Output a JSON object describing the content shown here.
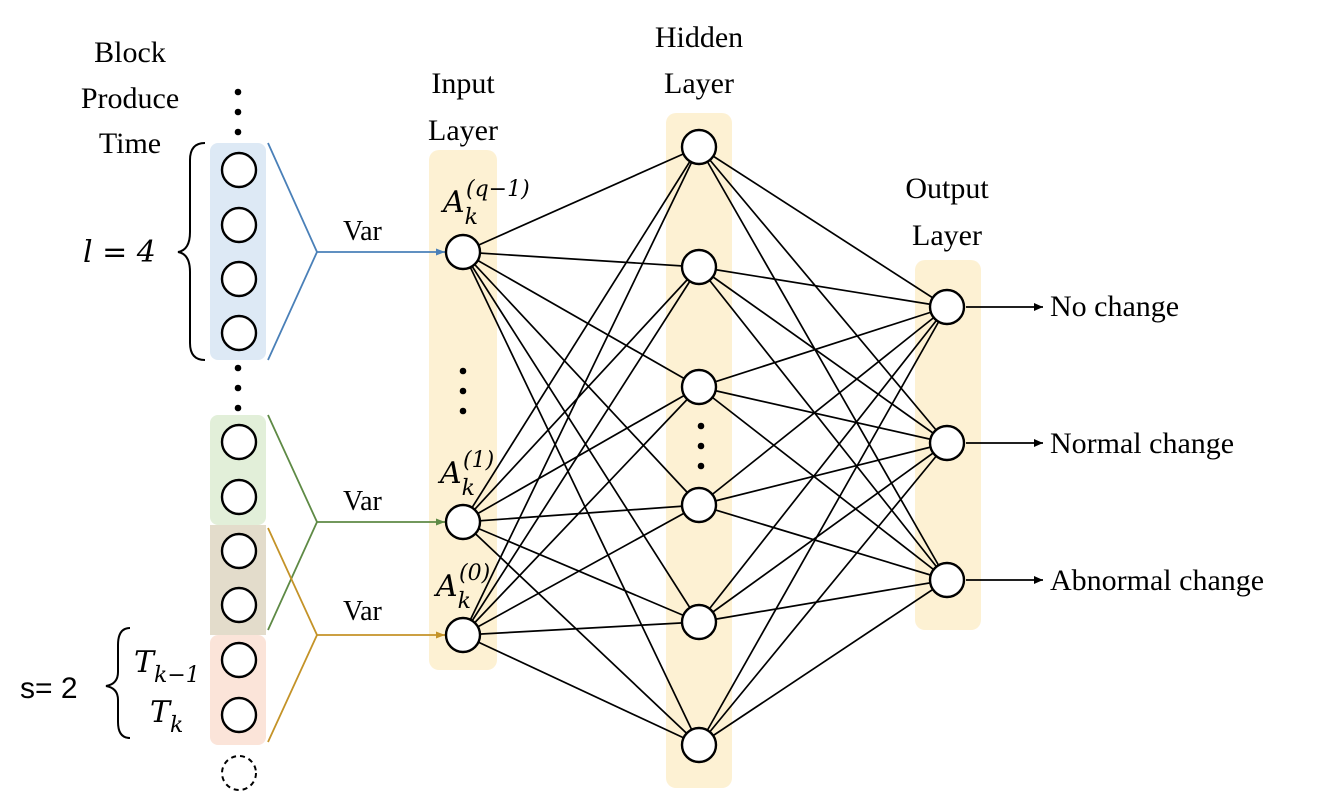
{
  "colors": {
    "layer_band": "#fdf1d3",
    "blue_band": "#dde9f5",
    "green_band": "#e2efd9",
    "overlap_band": "#e3dccb",
    "peach_band": "#fbe4d9",
    "blue_line": "#4a80b8",
    "green_line": "#5e8a45",
    "orange_line": "#c49328"
  },
  "labels": {
    "block_title_1": "Block",
    "block_title_2": "Produce",
    "block_title_3": "Time",
    "l_label": "l = 4",
    "s_label": "s= 2",
    "t_prev_main": "T",
    "t_prev_sub": "k−1",
    "t_curr_main": "T",
    "t_curr_sub": "k",
    "var_top": "Var",
    "var_mid": "Var",
    "var_bottom": "Var",
    "input_title_1": "Input",
    "input_title_2": "Layer",
    "hidden_title_1": "Hidden",
    "hidden_title_2": "Layer",
    "output_title_1": "Output",
    "output_title_2": "Layer",
    "a_main": "A",
    "a_sub": "k",
    "a_sup_top": "(q−1)",
    "a_sup_mid": "(1)",
    "a_sup_bottom": "(0)"
  },
  "outputs": [
    "No change",
    "Normal change",
    "Abnormal change"
  ],
  "icons": [
    "ellipsis-vertical-icon",
    "arrow-right-icon",
    "curly-brace-icon"
  ]
}
